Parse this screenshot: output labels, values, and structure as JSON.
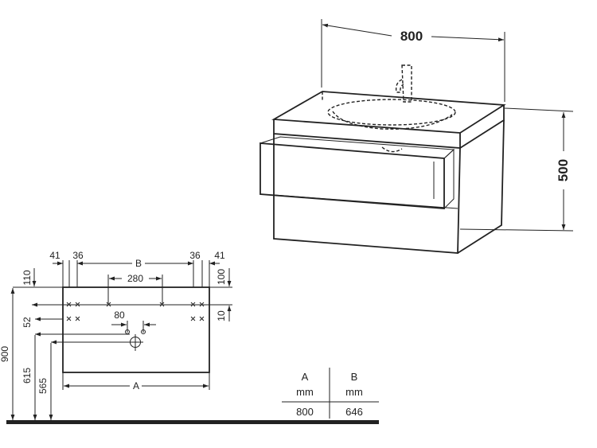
{
  "top_view": {
    "width_label": "800",
    "height_label": "500"
  },
  "front_view": {
    "left_41": "41",
    "left_36": "36",
    "label_b": "B",
    "right_36": "36",
    "right_41": "41",
    "label_280": "280",
    "label_110": "110",
    "label_100": "100",
    "label_10": "10",
    "label_52": "52",
    "label_80": "80",
    "label_900": "900",
    "label_615": "615",
    "label_565": "565",
    "label_a": "A"
  },
  "table": {
    "headers": [
      "A",
      "B"
    ],
    "units": [
      "mm",
      "mm"
    ],
    "values": [
      "800",
      "646"
    ]
  }
}
